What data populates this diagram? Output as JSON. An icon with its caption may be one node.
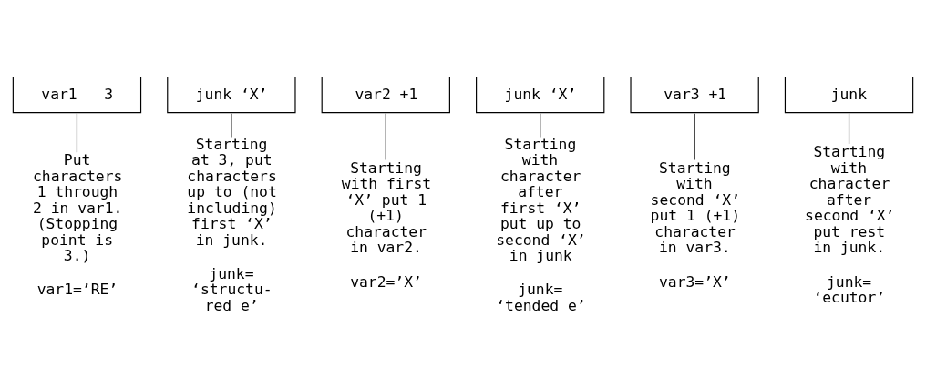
{
  "diagram": {
    "nodes": [
      {
        "text": [
          "var1   3"
        ]
      },
      {
        "text": [
          "junk ‘X’"
        ]
      },
      {
        "text": [
          "var2 +1"
        ]
      },
      {
        "text": [
          "junk ‘X’"
        ]
      },
      {
        "text": [
          "var3 +1"
        ]
      },
      {
        "text": [
          "junk"
        ]
      },
      {
        "text": [
          "Put characters 1 through 2 in var1. (Stopping point is 3.)"
        ],
        "beside": [
          "var1=’RE’"
        ]
      },
      {
        "text": [
          "Starting at 3, put characters up to (not including) first ‘X’ in junk."
        ],
        "beside": [
          "junk= ‘structu- red e’"
        ]
      },
      {
        "text": [
          "Starting with first ‘X’ put 1 (+1) character in var2."
        ],
        "beside": [
          "var2=’X’"
        ]
      },
      {
        "text": [
          "Starting with character after first ‘X’ put up to second ‘X’ in junk"
        ],
        "beside": [
          "junk= ‘tended e’"
        ]
      },
      {
        "text": [
          "Starting with second ‘X’ put 1 (+1) character in var3."
        ],
        "beside": [
          "var3=’X’"
        ]
      },
      {
        "text": [
          "Starting with character after second ‘X’ put rest in junk."
        ],
        "beside": [
          "junk= ‘ecutor’"
        ]
      }
    ],
    "edges": [
      {
        "from": 0,
        "to": 6,
        "arrow": "none"
      },
      {
        "from": 1,
        "to": 7,
        "arrow": "none"
      },
      {
        "from": 2,
        "to": 8,
        "arrow": "none"
      },
      {
        "from": 3,
        "to": 9,
        "arrow": "none"
      },
      {
        "from": 4,
        "to": 10,
        "arrow": "none"
      },
      {
        "from": 5,
        "to": 11,
        "arrow": "none"
      }
    ]
  }
}
